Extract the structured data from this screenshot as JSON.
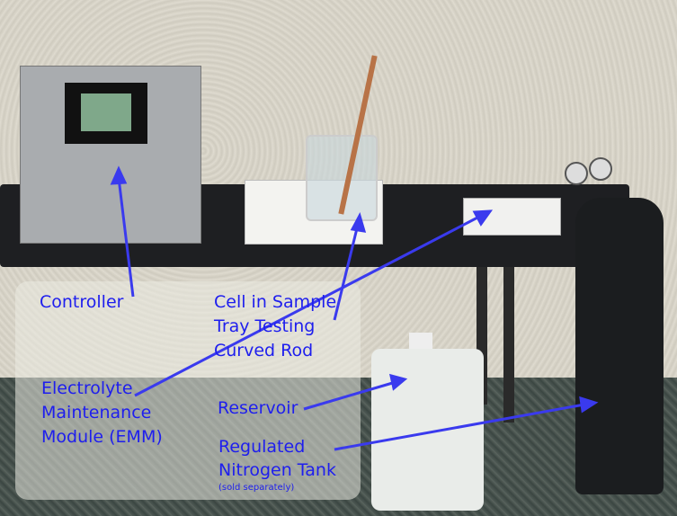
{
  "labels": {
    "controller": "Controller",
    "cell_line1": "Cell in Sample",
    "cell_line2": "Tray Testing",
    "cell_line3": "Curved Rod",
    "emm_line1": "Electrolyte",
    "emm_line2": "Maintenance",
    "emm_line3": "Module (EMM)",
    "reservoir": "Reservoir",
    "tank_line1": "Regulated",
    "tank_line2": "Nitrogen Tank",
    "tank_note": "(sold separately)"
  },
  "colors": {
    "label": "#1e1eee",
    "arrow": "#3a3aee"
  }
}
